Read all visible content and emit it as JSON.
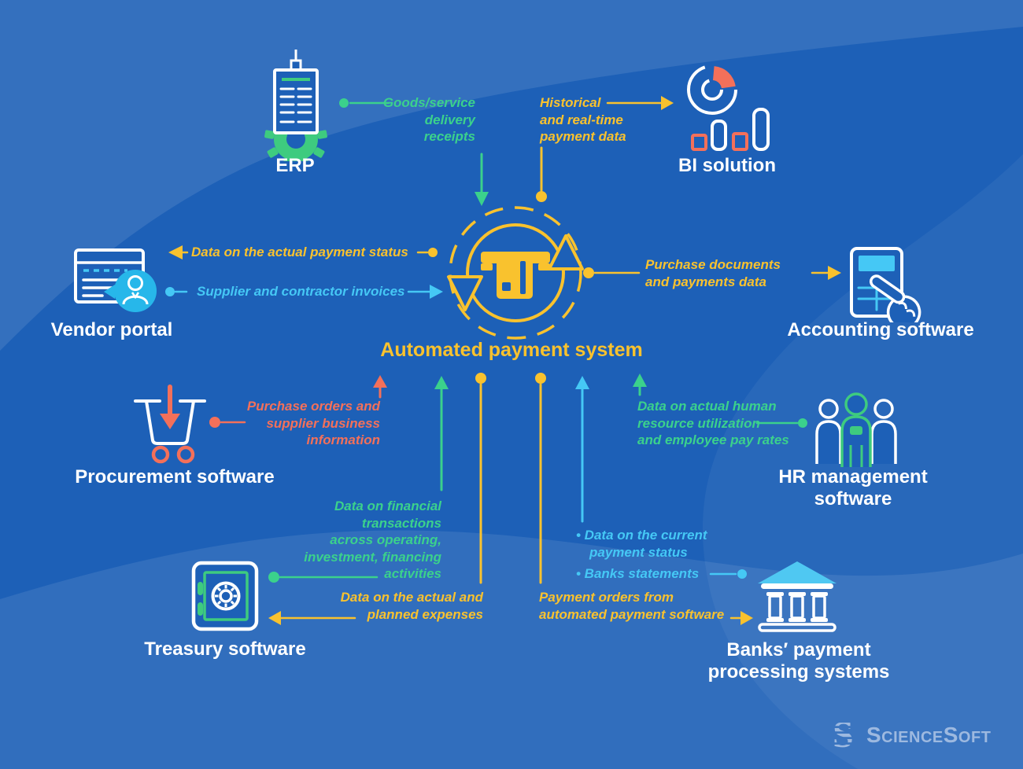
{
  "center": {
    "label": "Automated payment system"
  },
  "systems": {
    "erp": "ERP",
    "bi": "BI solution",
    "vendor": "Vendor portal",
    "accounting": "Accounting software",
    "procurement": "Procurement software",
    "hr": "HR management software",
    "treasury": "Treasury software",
    "banks": "Banks′ payment\nprocessing systems"
  },
  "flows": {
    "erp_to_aps": "Goods/service\ndelivery\nreceipts",
    "aps_to_bi": "Historical\nand real-time\npayment data",
    "aps_to_vendor": "Data on the actual payment status",
    "vendor_to_aps": "Supplier and contractor invoices",
    "aps_to_accounting": "Purchase documents\nand payments data",
    "procurement_to_aps": "Purchase orders and\nsupplier business\ninformation",
    "hr_to_aps": "Data on actual human\nresource utilization\nand employee pay rates",
    "treasury_to_aps": "Data on financial\ntransactions\nacross operating,\ninvestment, financing\nactivities",
    "aps_to_treasury": "Data on the actual and\nplanned expenses",
    "banks_to_aps_1": "• Data on the current\npayment status",
    "banks_to_aps_2": "• Banks statements",
    "aps_to_banks": "Payment orders from\nautomated payment software"
  },
  "logo": {
    "text": "ScienceSoft"
  },
  "colors": {
    "background": "#1d60b7",
    "green": "#3bd18c",
    "yellow": "#f9c22e",
    "salmon": "#f3705a",
    "cyan": "#45c8f5",
    "white": "#ffffff"
  }
}
